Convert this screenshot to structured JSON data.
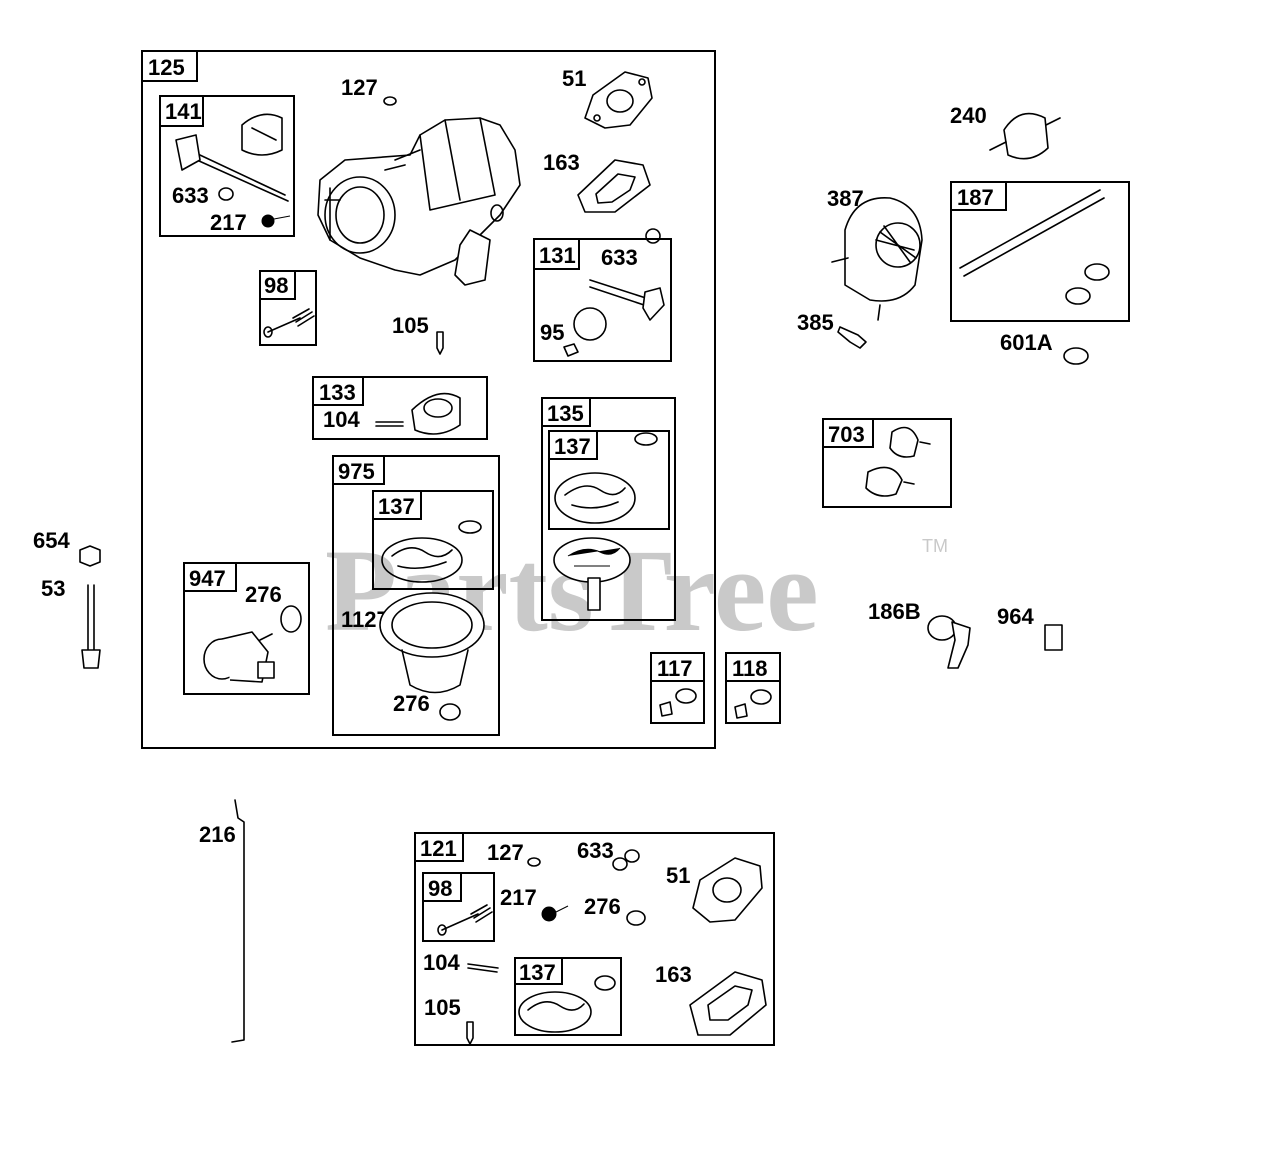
{
  "watermark": {
    "text": "PartsTree",
    "mark": "TM"
  },
  "kits": {
    "k125": "125",
    "k141": "141",
    "k98a": "98",
    "k131": "131",
    "k133": "133",
    "k975": "975",
    "k137a": "137",
    "k135": "135",
    "k137b": "137",
    "k947": "947",
    "k117": "117",
    "k118": "118",
    "k187": "187",
    "k703": "703",
    "k121": "121",
    "k98b": "98",
    "k137c": "137"
  },
  "labels": {
    "l127a": "127",
    "l51a": "51",
    "l163a": "163",
    "l633a": "633",
    "l217a": "217",
    "l633b": "633",
    "l95": "95",
    "l105a": "105",
    "l104a": "104",
    "l276a": "276",
    "l1127": "1127",
    "l276b": "276",
    "l240": "240",
    "l387": "387",
    "l385": "385",
    "l601a": "601A",
    "l654": "654",
    "l53": "53",
    "l186b": "186B",
    "l964": "964",
    "l216": "216",
    "l127b": "127",
    "l633c": "633",
    "l51b": "51",
    "l217b": "217",
    "l276c": "276",
    "l104b": "104",
    "l163b": "163",
    "l105b": "105"
  }
}
